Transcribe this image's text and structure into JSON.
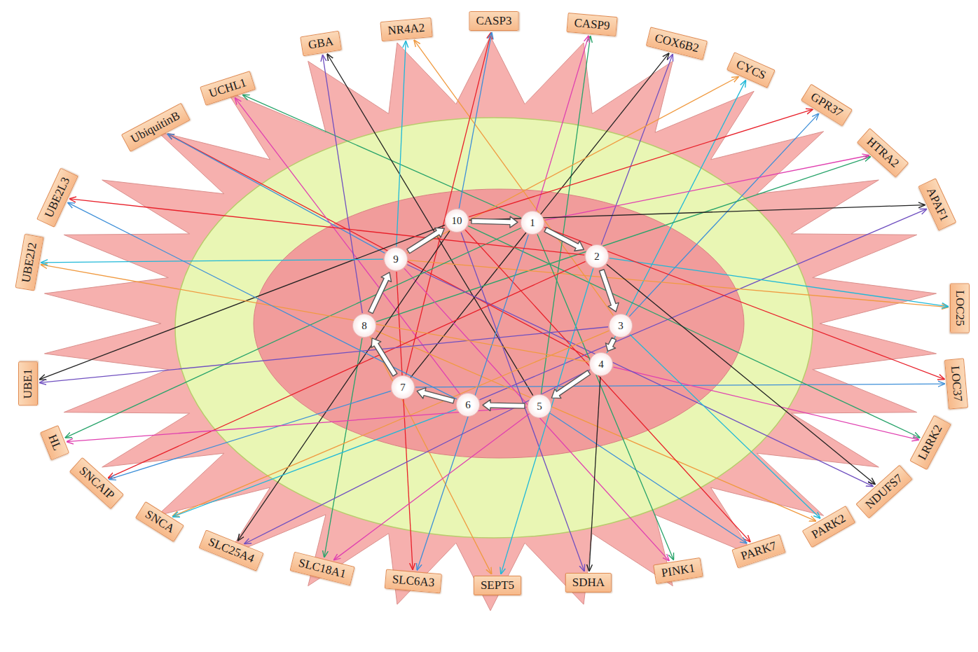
{
  "diagram": {
    "nodes": [
      {
        "text": [
          "1"
        ]
      },
      {
        "text": [
          "2"
        ]
      },
      {
        "text": [
          "3"
        ]
      },
      {
        "text": [
          "4"
        ]
      },
      {
        "text": [
          "5"
        ]
      },
      {
        "text": [
          "6"
        ]
      },
      {
        "text": [
          "7"
        ]
      },
      {
        "text": [
          "8"
        ]
      },
      {
        "text": [
          "9"
        ]
      },
      {
        "text": [
          "10"
        ]
      },
      {
        "text": [
          "UbiquitinB"
        ]
      },
      {
        "text": [
          "UCHL1"
        ]
      },
      {
        "text": [
          "GBA"
        ]
      },
      {
        "text": [
          "NR4A2"
        ]
      },
      {
        "text": [
          "CASP3"
        ]
      },
      {
        "text": [
          "CASP9"
        ]
      },
      {
        "text": [
          "COX6B2"
        ]
      },
      {
        "text": [
          "CYCS"
        ]
      },
      {
        "text": [
          "GPR37"
        ]
      },
      {
        "text": [
          "HTRA2"
        ]
      },
      {
        "text": [
          "APAF1"
        ]
      },
      {
        "text": [
          "LOC25"
        ]
      },
      {
        "text": [
          "LOC37"
        ]
      },
      {
        "text": [
          "LRRK2"
        ]
      },
      {
        "text": [
          "NDUFS7"
        ]
      },
      {
        "text": [
          "PARK2"
        ]
      },
      {
        "text": [
          "PARK7"
        ]
      },
      {
        "text": [
          "PINK1"
        ]
      },
      {
        "text": [
          "SDHA"
        ]
      },
      {
        "text": [
          "SEPT5"
        ]
      },
      {
        "text": [
          "SLC6A3"
        ]
      },
      {
        "text": [
          "SLC18A1"
        ]
      },
      {
        "text": [
          "SLC25A4"
        ]
      },
      {
        "text": [
          "SNCA"
        ]
      },
      {
        "text": [
          "SNCAIP"
        ]
      },
      {
        "text": [
          "HL"
        ]
      },
      {
        "text": [
          "UBE1"
        ]
      },
      {
        "text": [
          "UBE2J2"
        ]
      },
      {
        "text": [
          "UBE2L3"
        ]
      }
    ],
    "edges": [
      {
        "from": 0,
        "to": 1,
        "arrow": "to"
      },
      {
        "from": 1,
        "to": 2,
        "arrow": "to"
      },
      {
        "from": 2,
        "to": 3,
        "arrow": "to"
      },
      {
        "from": 3,
        "to": 4,
        "arrow": "to"
      },
      {
        "from": 4,
        "to": 5,
        "arrow": "to"
      },
      {
        "from": 5,
        "to": 6,
        "arrow": "to"
      },
      {
        "from": 6,
        "to": 7,
        "arrow": "to"
      },
      {
        "from": 7,
        "to": 8,
        "arrow": "to"
      },
      {
        "from": 8,
        "to": 9,
        "arrow": "to"
      },
      {
        "from": 9,
        "to": 0,
        "arrow": "to"
      },
      {
        "from": 3,
        "to": 10,
        "arrow": "to"
      },
      {
        "from": 8,
        "to": 10,
        "arrow": "to"
      },
      {
        "from": 0,
        "to": 11,
        "arrow": "to"
      },
      {
        "from": 5,
        "to": 11,
        "arrow": "to"
      },
      {
        "from": 7,
        "to": 12,
        "arrow": "to"
      },
      {
        "from": 4,
        "to": 12,
        "arrow": "to"
      },
      {
        "from": 2,
        "to": 13,
        "arrow": "to"
      },
      {
        "from": 8,
        "to": 13,
        "arrow": "to"
      },
      {
        "from": 6,
        "to": 14,
        "arrow": "to"
      },
      {
        "from": 9,
        "to": 14,
        "arrow": "to"
      },
      {
        "from": 4,
        "to": 15,
        "arrow": "to"
      },
      {
        "from": 0,
        "to": 15,
        "arrow": "to"
      },
      {
        "from": 1,
        "to": 16,
        "arrow": "to"
      },
      {
        "from": 6,
        "to": 16,
        "arrow": "to"
      },
      {
        "from": 8,
        "to": 17,
        "arrow": "to"
      },
      {
        "from": 3,
        "to": 17,
        "arrow": "to"
      },
      {
        "from": 9,
        "to": 18,
        "arrow": "to"
      },
      {
        "from": 2,
        "to": 18,
        "arrow": "to"
      },
      {
        "from": 7,
        "to": 19,
        "arrow": "to"
      },
      {
        "from": 0,
        "to": 19,
        "arrow": "to"
      },
      {
        "from": 5,
        "to": 20,
        "arrow": "to"
      },
      {
        "from": 9,
        "to": 20,
        "arrow": "to"
      },
      {
        "from": 8,
        "to": 21,
        "arrow": "to"
      },
      {
        "from": 1,
        "to": 21,
        "arrow": "to"
      },
      {
        "from": 0,
        "to": 22,
        "arrow": "to"
      },
      {
        "from": 6,
        "to": 22,
        "arrow": "to"
      },
      {
        "from": 9,
        "to": 23,
        "arrow": "to"
      },
      {
        "from": 3,
        "to": 23,
        "arrow": "to"
      },
      {
        "from": 8,
        "to": 24,
        "arrow": "to"
      },
      {
        "from": 1,
        "to": 24,
        "arrow": "to"
      },
      {
        "from": 7,
        "to": 25,
        "arrow": "to"
      },
      {
        "from": 2,
        "to": 25,
        "arrow": "to"
      },
      {
        "from": 9,
        "to": 26,
        "arrow": "to"
      },
      {
        "from": 4,
        "to": 26,
        "arrow": "to"
      },
      {
        "from": 0,
        "to": 27,
        "arrow": "to"
      },
      {
        "from": 8,
        "to": 27,
        "arrow": "to"
      },
      {
        "from": 9,
        "to": 28,
        "arrow": "to"
      },
      {
        "from": 3,
        "to": 28,
        "arrow": "to"
      },
      {
        "from": 7,
        "to": 29,
        "arrow": "to"
      },
      {
        "from": 1,
        "to": 29,
        "arrow": "to"
      },
      {
        "from": 8,
        "to": 30,
        "arrow": "to"
      },
      {
        "from": 0,
        "to": 30,
        "arrow": "to"
      },
      {
        "from": 7,
        "to": 31,
        "arrow": "to"
      },
      {
        "from": 4,
        "to": 31,
        "arrow": "to"
      },
      {
        "from": 3,
        "to": 32,
        "arrow": "to"
      },
      {
        "from": 9,
        "to": 32,
        "arrow": "to"
      },
      {
        "from": 2,
        "to": 33,
        "arrow": "to"
      },
      {
        "from": 5,
        "to": 33,
        "arrow": "to"
      },
      {
        "from": 1,
        "to": 34,
        "arrow": "to"
      },
      {
        "from": 6,
        "to": 34,
        "arrow": "to"
      },
      {
        "from": 0,
        "to": 35,
        "arrow": "to"
      },
      {
        "from": 4,
        "to": 35,
        "arrow": "to"
      },
      {
        "from": 2,
        "to": 36,
        "arrow": "to"
      },
      {
        "from": 9,
        "to": 36,
        "arrow": "to"
      },
      {
        "from": 3,
        "to": 37,
        "arrow": "to"
      },
      {
        "from": 8,
        "to": 37,
        "arrow": "to"
      },
      {
        "from": 1,
        "to": 38,
        "arrow": "to"
      },
      {
        "from": 5,
        "to": 38,
        "arrow": "to"
      }
    ]
  }
}
